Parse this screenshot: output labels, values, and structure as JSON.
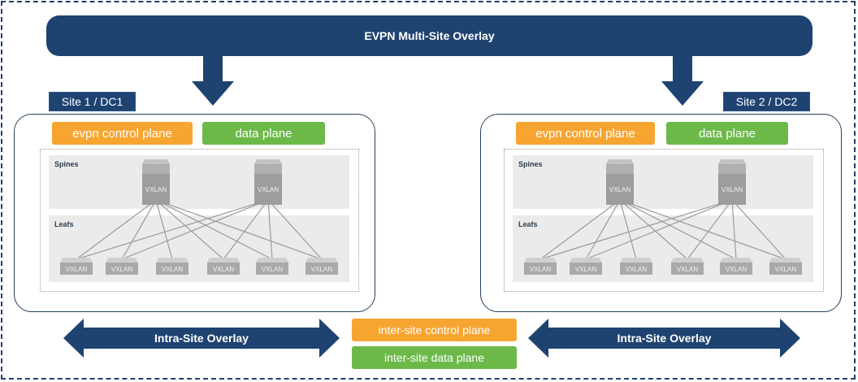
{
  "title": "EVPN Multi-Site Overlay",
  "colors": {
    "navy": "#1f4371",
    "orange": "#f7a531",
    "green": "#6cb94a",
    "band_gray": "#ebebeb",
    "device_gray": "#9d9d9d"
  },
  "sites": [
    {
      "label": "Site 1 / DC1",
      "control_plane": "evpn control plane",
      "data_plane": "data plane",
      "spines_label": "Spines",
      "leafs_label": "Leafs",
      "spines": [
        "VXLAN",
        "VXLAN"
      ],
      "leafs": [
        "VXLAN",
        "VXLAN",
        "VXLAN",
        "VXLAN",
        "VXLAN",
        "VXLAN"
      ]
    },
    {
      "label": "Site 2 / DC2",
      "control_plane": "evpn control plane",
      "data_plane": "data plane",
      "spines_label": "Spines",
      "leafs_label": "Leafs",
      "spines": [
        "VXLAN",
        "VXLAN"
      ],
      "leafs": [
        "VXLAN",
        "VXLAN",
        "VXLAN",
        "VXLAN",
        "VXLAN",
        "VXLAN"
      ]
    }
  ],
  "links": [
    [
      0,
      0
    ],
    [
      0,
      1
    ],
    [
      0,
      2
    ],
    [
      0,
      3
    ],
    [
      0,
      4
    ],
    [
      0,
      5
    ],
    [
      1,
      0
    ],
    [
      1,
      1
    ],
    [
      1,
      3
    ],
    [
      1,
      4
    ],
    [
      1,
      5
    ]
  ],
  "bottom": {
    "left_overlay": "Intra-Site Overlay",
    "right_overlay": "Intra-Site Overlay",
    "inter_control": "inter-site control plane",
    "inter_data": "inter-site data plane"
  }
}
